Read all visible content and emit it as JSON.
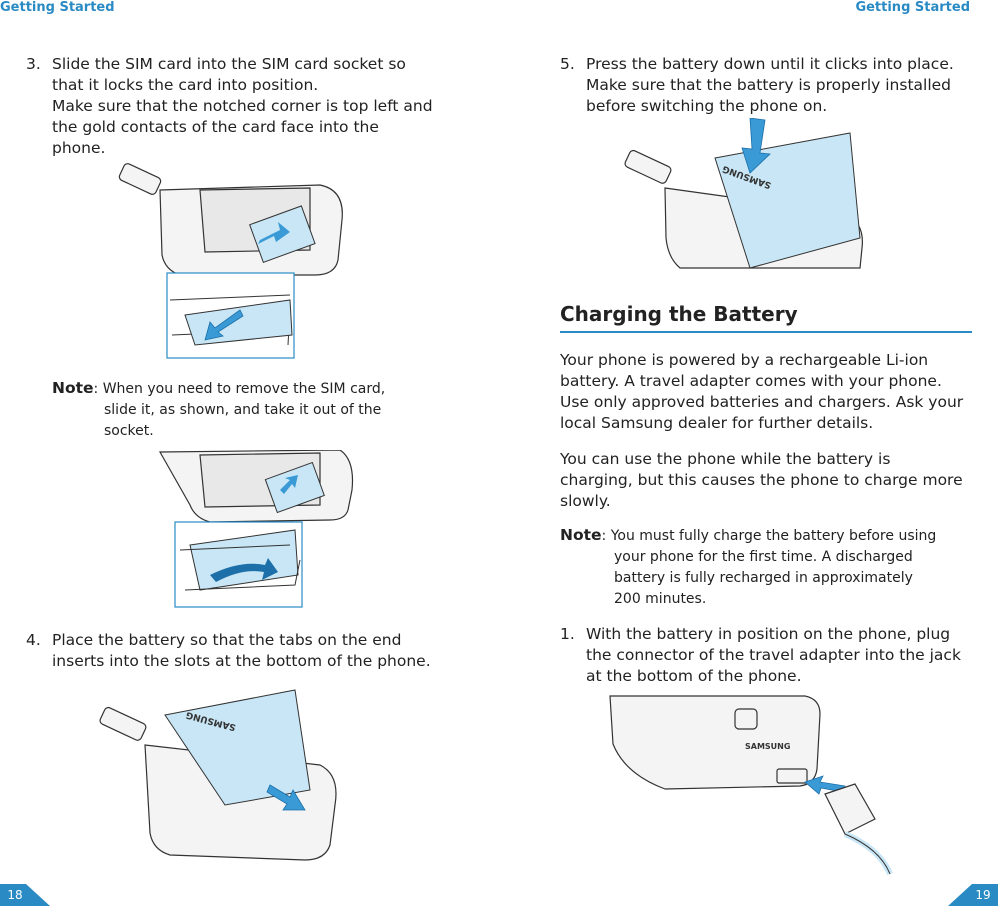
{
  "header": {
    "left": "Getting Started",
    "right": "Getting Started"
  },
  "left_page": {
    "step3": {
      "num": "3.",
      "lines": [
        "Slide the SIM card into the SIM card socket so",
        "that it locks the card into position.",
        "Make sure that the notched corner is top left and",
        "the gold contacts of the card face into the",
        "phone."
      ]
    },
    "note1": {
      "label": "Note",
      "lines": [
        ": When you need to remove the SIM card,",
        "slide it, as shown, and take it out of the",
        "socket."
      ]
    },
    "step4": {
      "num": "4.",
      "lines": [
        "Place the battery so that the tabs on the end",
        "inserts into the slots at the bottom of the phone."
      ]
    },
    "page_number": "18"
  },
  "right_page": {
    "step5": {
      "num": "5.",
      "lines": [
        "Press the battery down until it clicks into place.",
        "Make sure that the battery is properly installed",
        "before switching the phone on."
      ]
    },
    "section_title": "Charging the Battery",
    "para1": [
      "Your phone is powered by a rechargeable Li-ion",
      "battery. A travel adapter comes with your phone.",
      "Use only approved batteries and chargers. Ask your",
      "local Samsung dealer for further details."
    ],
    "para2": [
      "You can use the phone while the battery is",
      "charging, but this causes the phone to charge more",
      "slowly."
    ],
    "note2": {
      "label": "Note",
      "lines": [
        ": You must fully charge the battery before using",
        "your phone for the first time. A discharged",
        "battery is fully recharged in approximately",
        "200 minutes."
      ]
    },
    "step1": {
      "num": "1.",
      "lines": [
        "With the battery in position on the phone, plug",
        "the connector of the travel adapter into the jack",
        "at the bottom of the phone."
      ]
    },
    "page_number": "19"
  },
  "brand_logo": "SAMSUNG",
  "colors": {
    "accent": "#2a8bc4",
    "illustration_blue": "#c8e6f5",
    "arrow_blue": "#3a9ad6"
  }
}
